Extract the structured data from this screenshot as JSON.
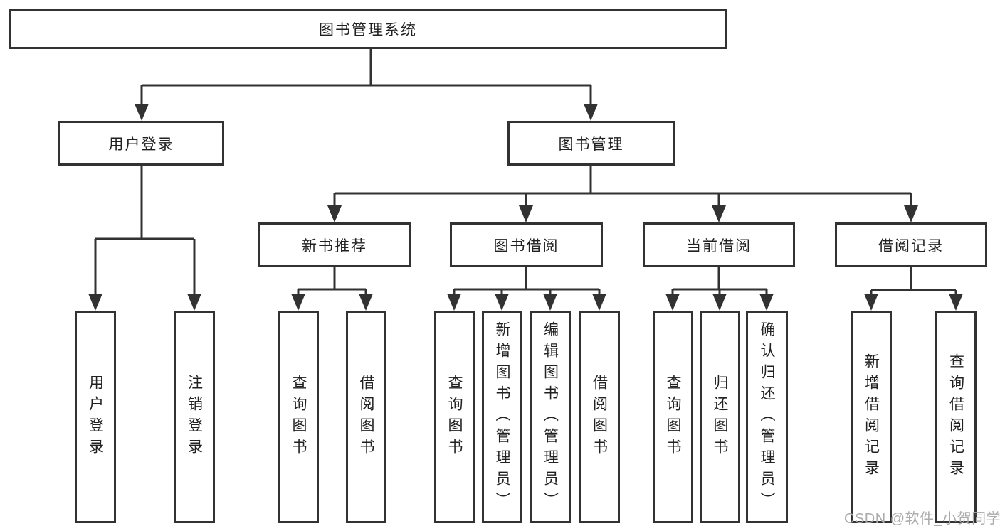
{
  "diagram_title": "图书管理系统",
  "colors": {
    "background": "#ffffff",
    "line": "#323232",
    "box_border": "#323232",
    "text": "#212121",
    "watermark": "#ababab"
  },
  "tree": {
    "root": "图书管理系统",
    "l1": [
      "用户登录",
      "图书管理"
    ],
    "l2": [
      "新书推荐",
      "图书借阅",
      "当前借阅",
      "借阅记录"
    ],
    "leaf": [
      "用户登录",
      "注销登录",
      "查询图书",
      "借阅图书",
      "查询图书",
      "新增图书（管理员）",
      "编辑图书（管理员）",
      "借阅图书",
      "查询图书",
      "归还图书",
      "确认归还（管理员）",
      "新增借阅记录",
      "查询借阅记录"
    ]
  },
  "structure": {
    "图书管理系统": {
      "用户登录": [
        "用户登录",
        "注销登录"
      ],
      "图书管理": {
        "新书推荐": [
          "查询图书",
          "借阅图书"
        ],
        "图书借阅": [
          "查询图书",
          "新增图书（管理员）",
          "编辑图书（管理员）",
          "借阅图书"
        ],
        "当前借阅": [
          "查询图书",
          "归还图书",
          "确认归还（管理员）"
        ],
        "借阅记录": [
          "新增借阅记录",
          "查询借阅记录"
        ]
      }
    }
  },
  "watermark": "CSDN @软件_小贺同学"
}
